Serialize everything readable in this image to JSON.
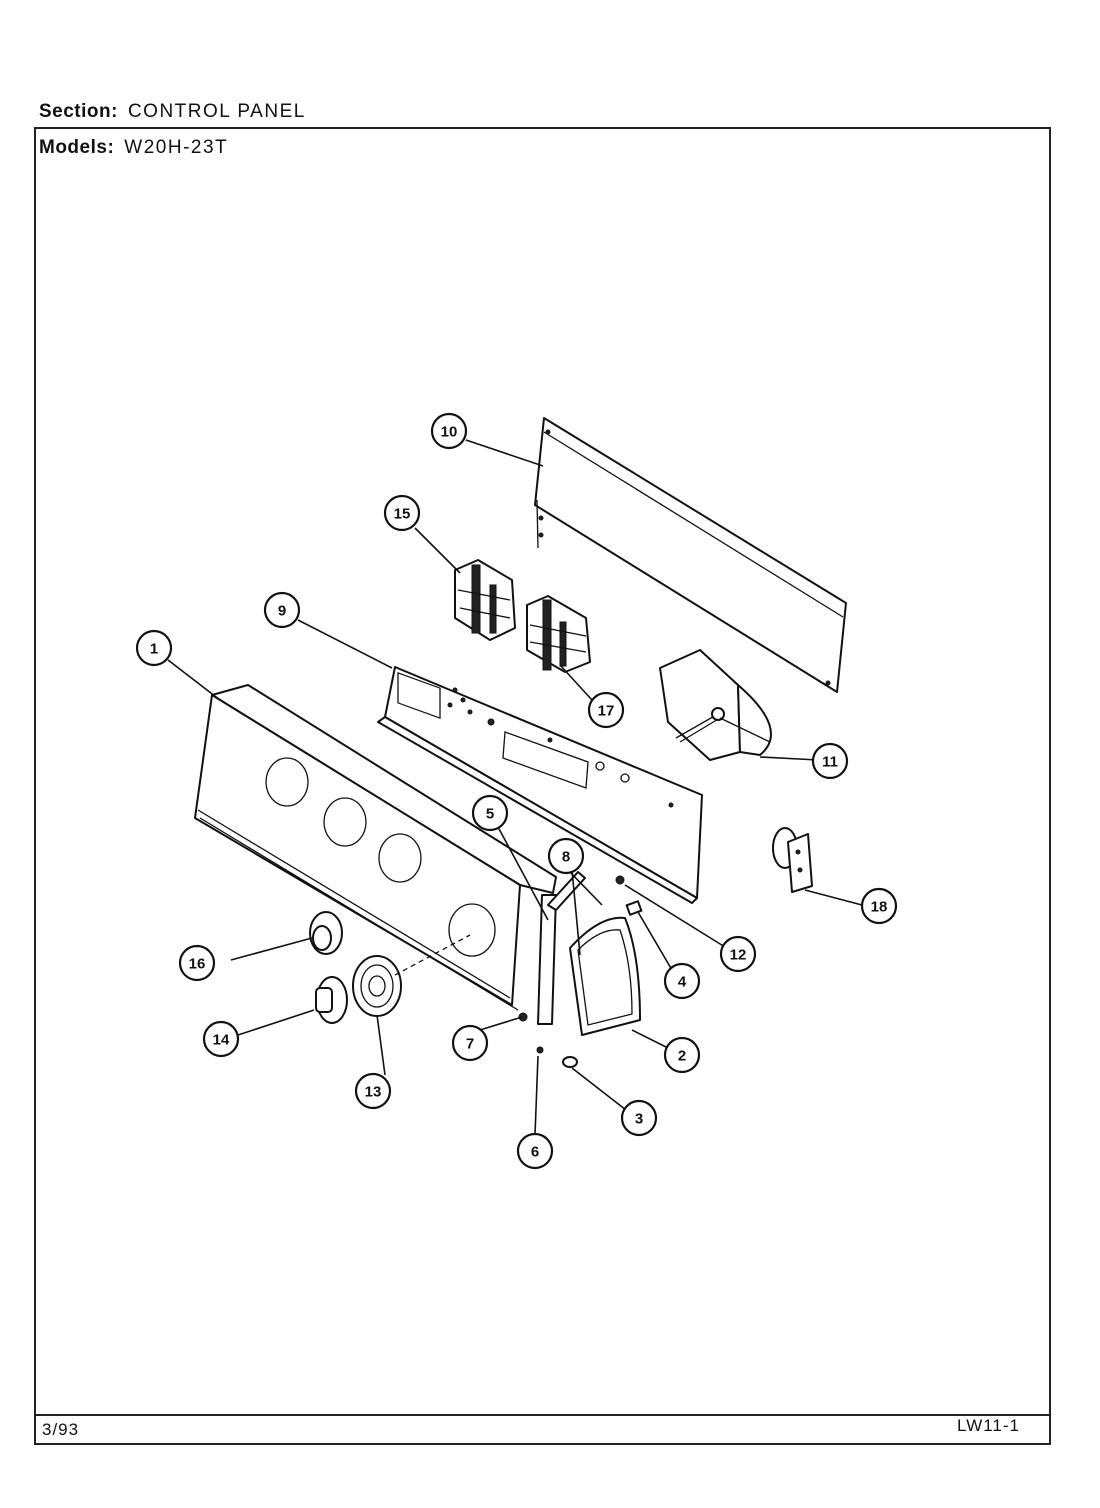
{
  "header": {
    "section_label": "Section:",
    "section_value": "CONTROL PANEL",
    "models_label": "Models:",
    "models_value": "W20H-23T"
  },
  "footer": {
    "date": "3/93",
    "page_code": "LW11-1"
  },
  "callouts": [
    "1",
    "2",
    "3",
    "4",
    "5",
    "6",
    "7",
    "8",
    "9",
    "10",
    "11",
    "12",
    "13",
    "14",
    "15",
    "16",
    "17",
    "18"
  ]
}
